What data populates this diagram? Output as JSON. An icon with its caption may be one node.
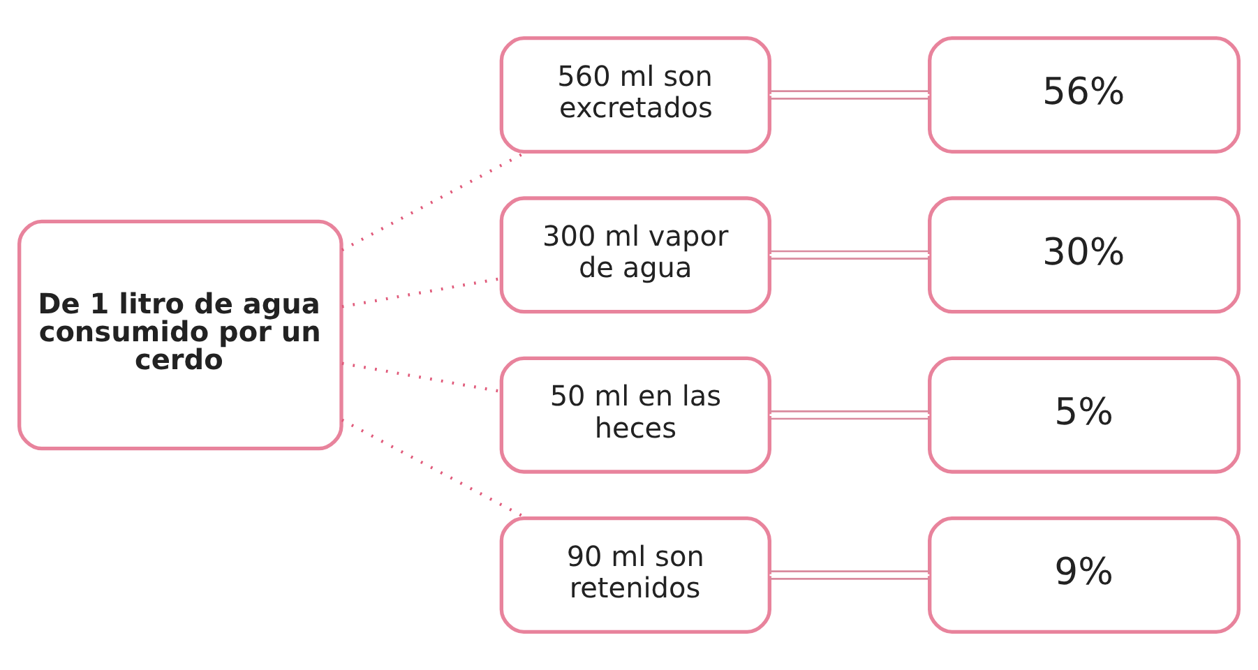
{
  "diagram": {
    "nodes": [
      {
        "text": [
          "De 1 litro de agua consumido por un cerdo"
        ]
      },
      {
        "text": [
          "560 ml son excretados"
        ]
      },
      {
        "text": [
          "300 ml vapor de agua"
        ]
      },
      {
        "text": [
          "50 ml en las heces"
        ]
      },
      {
        "text": [
          "90 ml son retenidos"
        ]
      },
      {
        "text": [
          "56%"
        ]
      },
      {
        "text": [
          "30%"
        ]
      },
      {
        "text": [
          "5%"
        ]
      },
      {
        "text": [
          "9%"
        ]
      }
    ],
    "edges": [
      {
        "from": 0,
        "to": 1,
        "arrow": "none",
        "style": "dashed",
        "color": "#e05a7a"
      },
      {
        "from": 0,
        "to": 2,
        "arrow": "none",
        "style": "dashed",
        "color": "#e05a7a"
      },
      {
        "from": 0,
        "to": 3,
        "arrow": "none",
        "style": "dashed",
        "color": "#e05a7a"
      },
      {
        "from": 0,
        "to": 4,
        "arrow": "none",
        "style": "dashed",
        "color": "#e05a7a"
      },
      {
        "from": 1,
        "to": 5,
        "arrow": "none"
      },
      {
        "from": 2,
        "to": 6,
        "arrow": "none"
      },
      {
        "from": 3,
        "to": 7,
        "arrow": "none"
      },
      {
        "from": 4,
        "to": 8,
        "arrow": "none"
      }
    ]
  }
}
